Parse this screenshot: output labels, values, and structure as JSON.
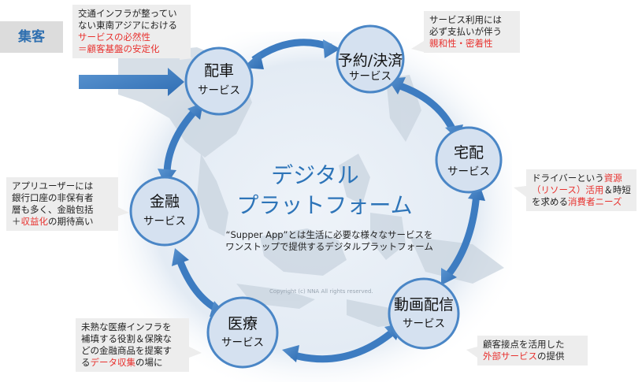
{
  "entry": {
    "label": "集客"
  },
  "center": {
    "title_line1": "デジタル",
    "title_line2": "プラットフォーム",
    "description_line1": "“Supper App”とは生活に必要な様々なサービスを",
    "description_line2": "ワンストップで提供するデジタルプラットフォーム",
    "copyright": "Copyright (c) NNA All rights reserved."
  },
  "nodes": {
    "haisha": {
      "title": "配車",
      "sub": "サービス"
    },
    "yoyaku": {
      "title": "予約/決済",
      "sub": "サービス"
    },
    "takuhai": {
      "title": "宅配",
      "sub": "サービス"
    },
    "douga": {
      "title": "動画配信",
      "sub": "サービス"
    },
    "iryo": {
      "title": "医療",
      "sub": "サービス"
    },
    "kinyu": {
      "title": "金融",
      "sub": "サービス"
    }
  },
  "callouts": {
    "haisha": {
      "l1": "交通インフラが整ってい",
      "l2": "ない東南アジアにおける",
      "l3": "サービスの必然性",
      "l4": "＝顧客基盤の安定化"
    },
    "yoyaku": {
      "l1": "サービス利用には",
      "l2": "必ず支払いが伴う",
      "l3": "親和性・密着性"
    },
    "takuhai": {
      "l1a": "ドライバーという",
      "l1b": "資源",
      "l2a": "（リソース）活用",
      "l2b": "＆時短",
      "l3a": "を求める",
      "l3b": "消費者ニーズ"
    },
    "douga": {
      "l1": "顧客接点を活用した",
      "l2a": "外部サービス",
      "l2b": "の提供"
    },
    "iryo": {
      "l1": "未熟な医療インフラを",
      "l2": "補填する役割＆保険な",
      "l3": "どの金融商品を提案す",
      "l4a": "る",
      "l4b": "データ収集",
      "l4c": "の場に"
    },
    "kinyu": {
      "l1": "アプリユーザーには",
      "l2": "銀行口座の非保有者",
      "l3": "層も多く、金融包括",
      "l4a": "＋",
      "l4b": "収益化",
      "l4c": "の期待高い"
    }
  },
  "colors": {
    "accent": "#2d74b8",
    "node_fill": "#d5e1f0",
    "node_stroke": "#4a86c6",
    "highlight": "#e8322f"
  }
}
